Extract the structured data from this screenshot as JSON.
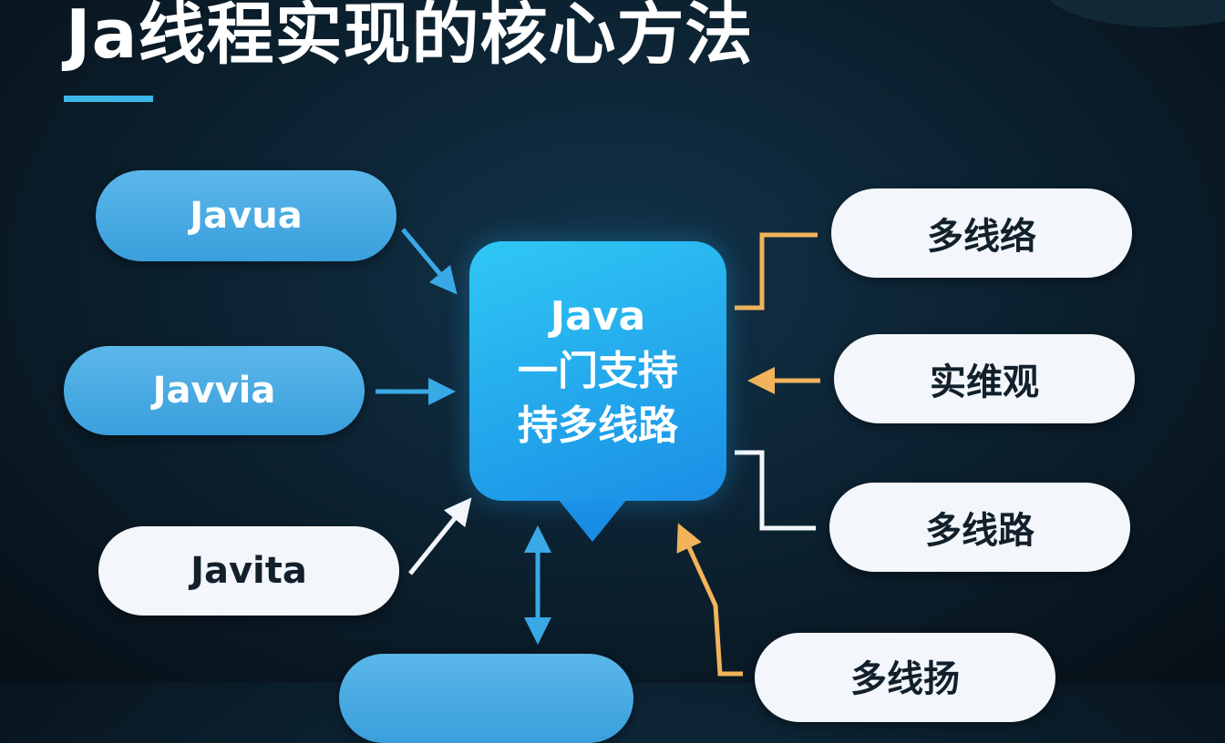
{
  "title": "Ja线程实现的核心方法",
  "center": {
    "line1": "Java",
    "line2": "一门支持",
    "line3": "持多线路"
  },
  "left_nodes": [
    "Javua",
    "Javvia",
    "Javita",
    ""
  ],
  "right_nodes": [
    "多线络",
    "实维观",
    "多线路",
    "多线扬"
  ],
  "colors": {
    "accent": "#3bb8e8",
    "orange": "#f2b35a",
    "node_blue": "#4aa8e0"
  }
}
